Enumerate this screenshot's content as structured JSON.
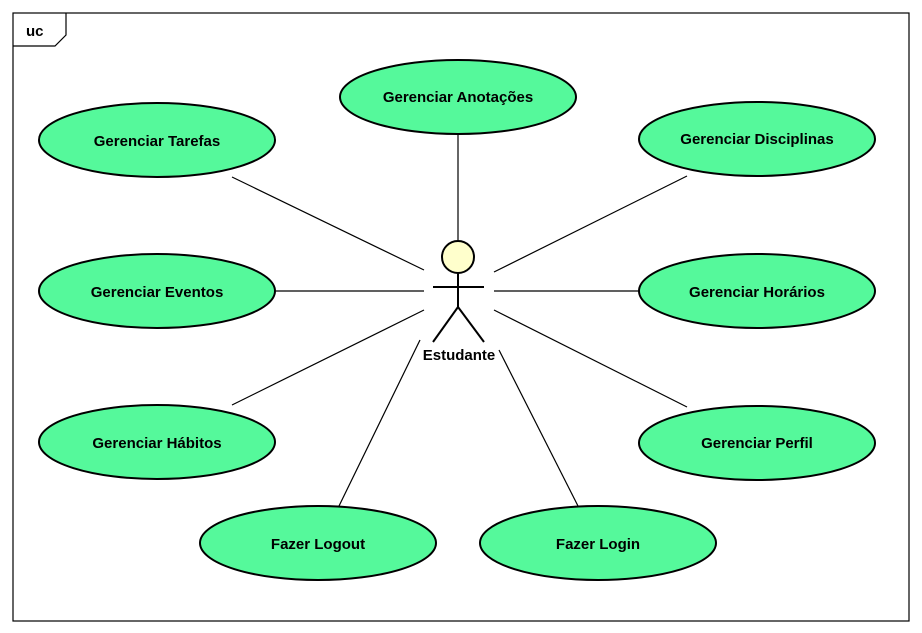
{
  "frame": {
    "label": "uc"
  },
  "actor": {
    "name": "Estudante",
    "head_fill": "#ffffcc"
  },
  "colors": {
    "use_case_fill": "#55f99b",
    "stroke": "#000000"
  },
  "use_cases": [
    {
      "id": "gerenciar-anotacoes",
      "label": "Gerenciar Anotações"
    },
    {
      "id": "gerenciar-tarefas",
      "label": "Gerenciar Tarefas"
    },
    {
      "id": "gerenciar-disciplinas",
      "label": "Gerenciar Disciplinas"
    },
    {
      "id": "gerenciar-eventos",
      "label": "Gerenciar Eventos"
    },
    {
      "id": "gerenciar-horarios",
      "label": "Gerenciar Horários"
    },
    {
      "id": "gerenciar-habitos",
      "label": "Gerenciar Hábitos"
    },
    {
      "id": "gerenciar-perfil",
      "label": "Gerenciar Perfil"
    },
    {
      "id": "fazer-logout",
      "label": "Fazer Logout"
    },
    {
      "id": "fazer-login",
      "label": "Fazer Login"
    }
  ]
}
